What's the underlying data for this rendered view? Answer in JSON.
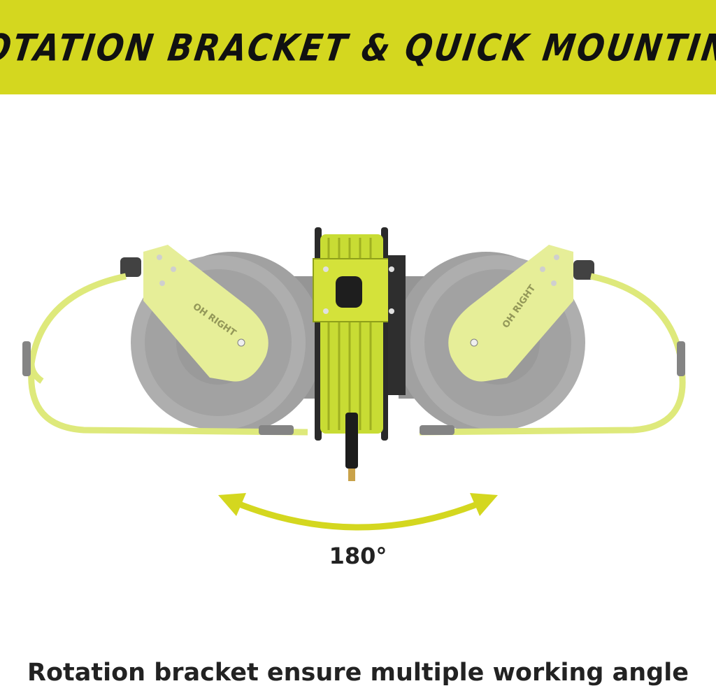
{
  "header": {
    "title": "ROTATION BRACKET & QUICK MOUNTING",
    "background_color": "#d4d71f"
  },
  "product": {
    "brand_label": "OH RIGHT",
    "accent_color": "#dbe96a",
    "reel_color": "#9a9a9a",
    "hose_color": "#dce870"
  },
  "rotation": {
    "angle_label": "180°",
    "arrow_icon": "double-curved-arrow-icon"
  },
  "footer": {
    "caption": "Rotation bracket ensure multiple working angle"
  }
}
